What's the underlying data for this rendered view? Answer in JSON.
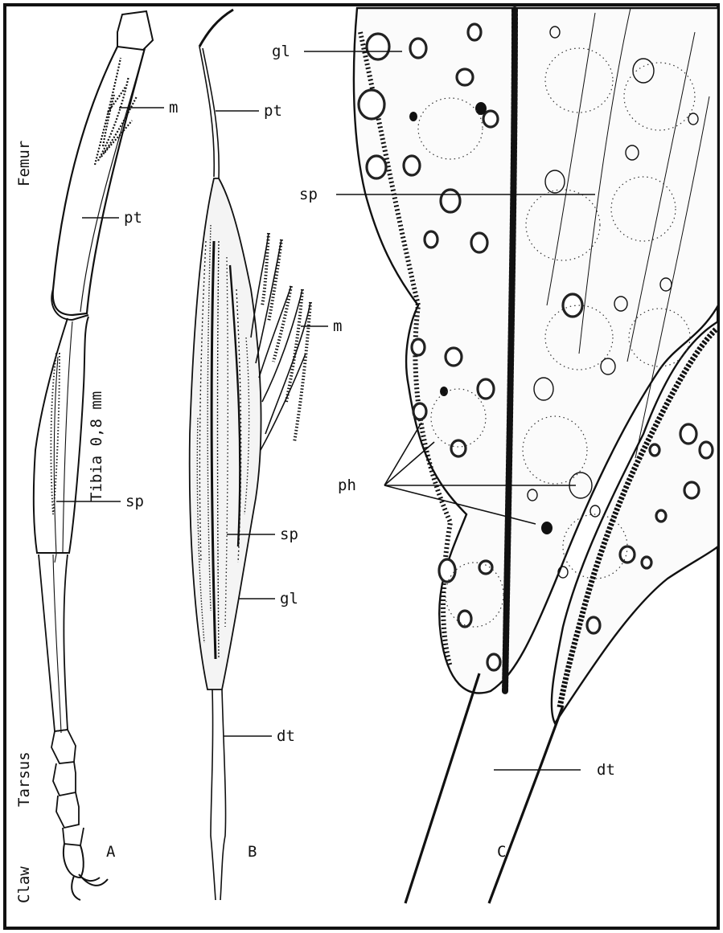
{
  "figure": {
    "side_labels": {
      "femur": "Femur",
      "tibia": "Tibia 0,8 mm",
      "tarsus": "Tarsus",
      "claw": "Claw"
    },
    "panel_A": {
      "letter": "A",
      "labels": {
        "m": "m",
        "pt": "pt",
        "sp": "sp"
      }
    },
    "panel_B": {
      "letter": "B",
      "labels": {
        "pt": "pt",
        "m": "m",
        "sp": "sp",
        "gl": "gl",
        "dt": "dt"
      }
    },
    "panel_C": {
      "letter": "C",
      "labels": {
        "gl": "gl",
        "sp": "sp",
        "ph": "ph",
        "dt": "dt"
      }
    }
  }
}
